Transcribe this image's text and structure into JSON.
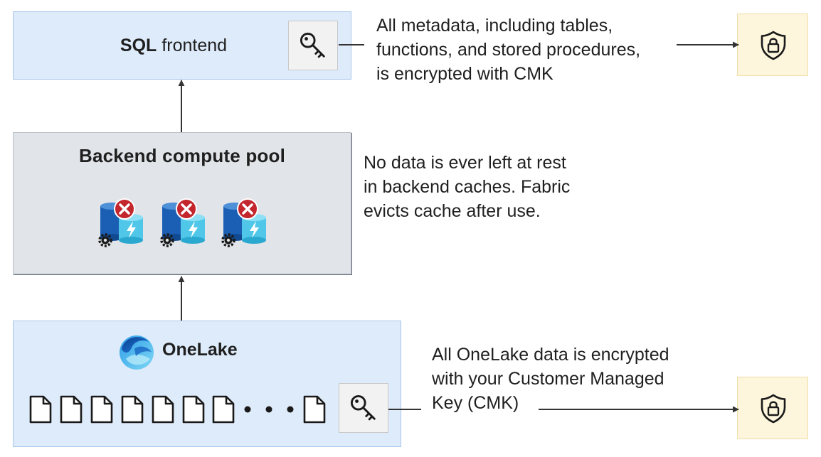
{
  "sql_frontend": {
    "title_bold": "SQL",
    "title_rest": "frontend"
  },
  "backend_pool": {
    "title": "Backend compute pool"
  },
  "onelake": {
    "title": "OneLake"
  },
  "notes": {
    "metadata": [
      "All metadata, including tables,",
      "functions, and stored procedures,",
      "is encrypted with CMK"
    ],
    "cache": [
      "No data is ever left at rest",
      "in backend caches. Fabric",
      "evicts cache after use."
    ],
    "onelake_data": [
      "All OneLake data is encrypted",
      "with your Customer Managed",
      "Key (CMK)"
    ]
  },
  "icons": {
    "key": "key-icon",
    "shield": "shield-lock-icon",
    "cache": "cache-database-x-icon",
    "file": "file-icon",
    "onelake": "onelake-logo-icon"
  },
  "colors": {
    "frontend_fill": "#deebfa",
    "pool_fill": "#e1e4e9",
    "shield_fill": "#fdf5dc",
    "key_tile_fill": "#f2f2f2",
    "error_red": "#c4262e",
    "cache_cyan": "#50c7e8",
    "arrow": "#333333"
  }
}
